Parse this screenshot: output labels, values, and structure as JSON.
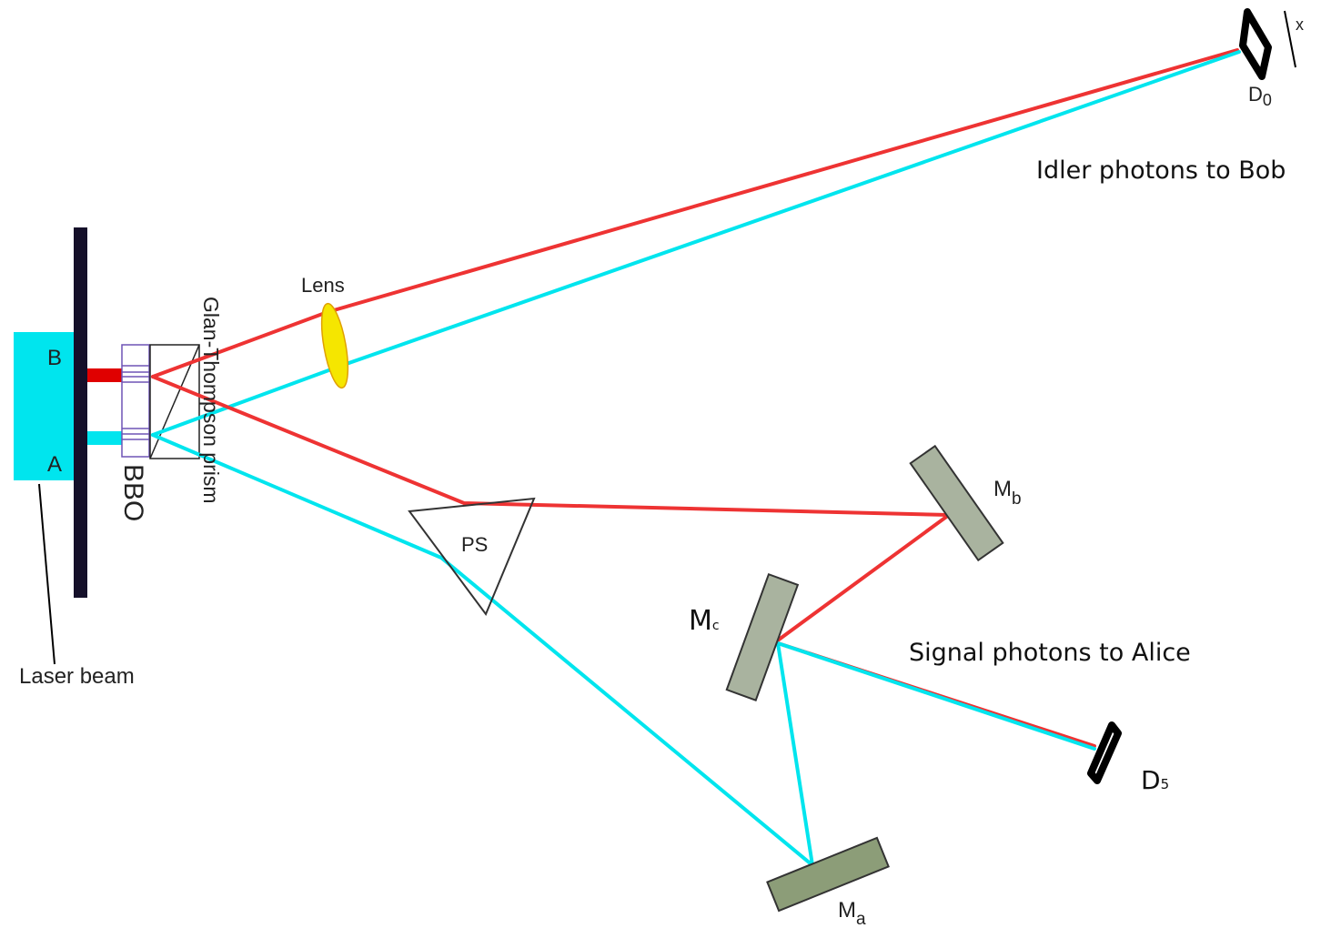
{
  "labels": {
    "b": "B",
    "a": "A",
    "bbo": "BBO",
    "glan": "Glan-Thompson prism",
    "lens": "Lens",
    "ps": "PS",
    "laser": "Laser beam",
    "mb": "M",
    "mb_sub": "b",
    "mc": "M",
    "mc_sub": "c",
    "ma": "M",
    "ma_sub": "a",
    "d0": "D",
    "d0_sub": "0",
    "d5": "D",
    "d5_sub": "5",
    "x": "x",
    "idler": "Idler photons to Bob",
    "signal": "Signal photons to Alice"
  },
  "colors": {
    "red_beam": "#ee3333",
    "cyan_beam": "#00e5ee",
    "laser_block": "#00e5ee",
    "screen": "#15102a",
    "lens": "#f5e600",
    "mirror_mb_mc": "#a9b39f",
    "mirror_ma": "#8c9d78",
    "bbo_outline": "#6e54b5",
    "detector": "#000000"
  }
}
